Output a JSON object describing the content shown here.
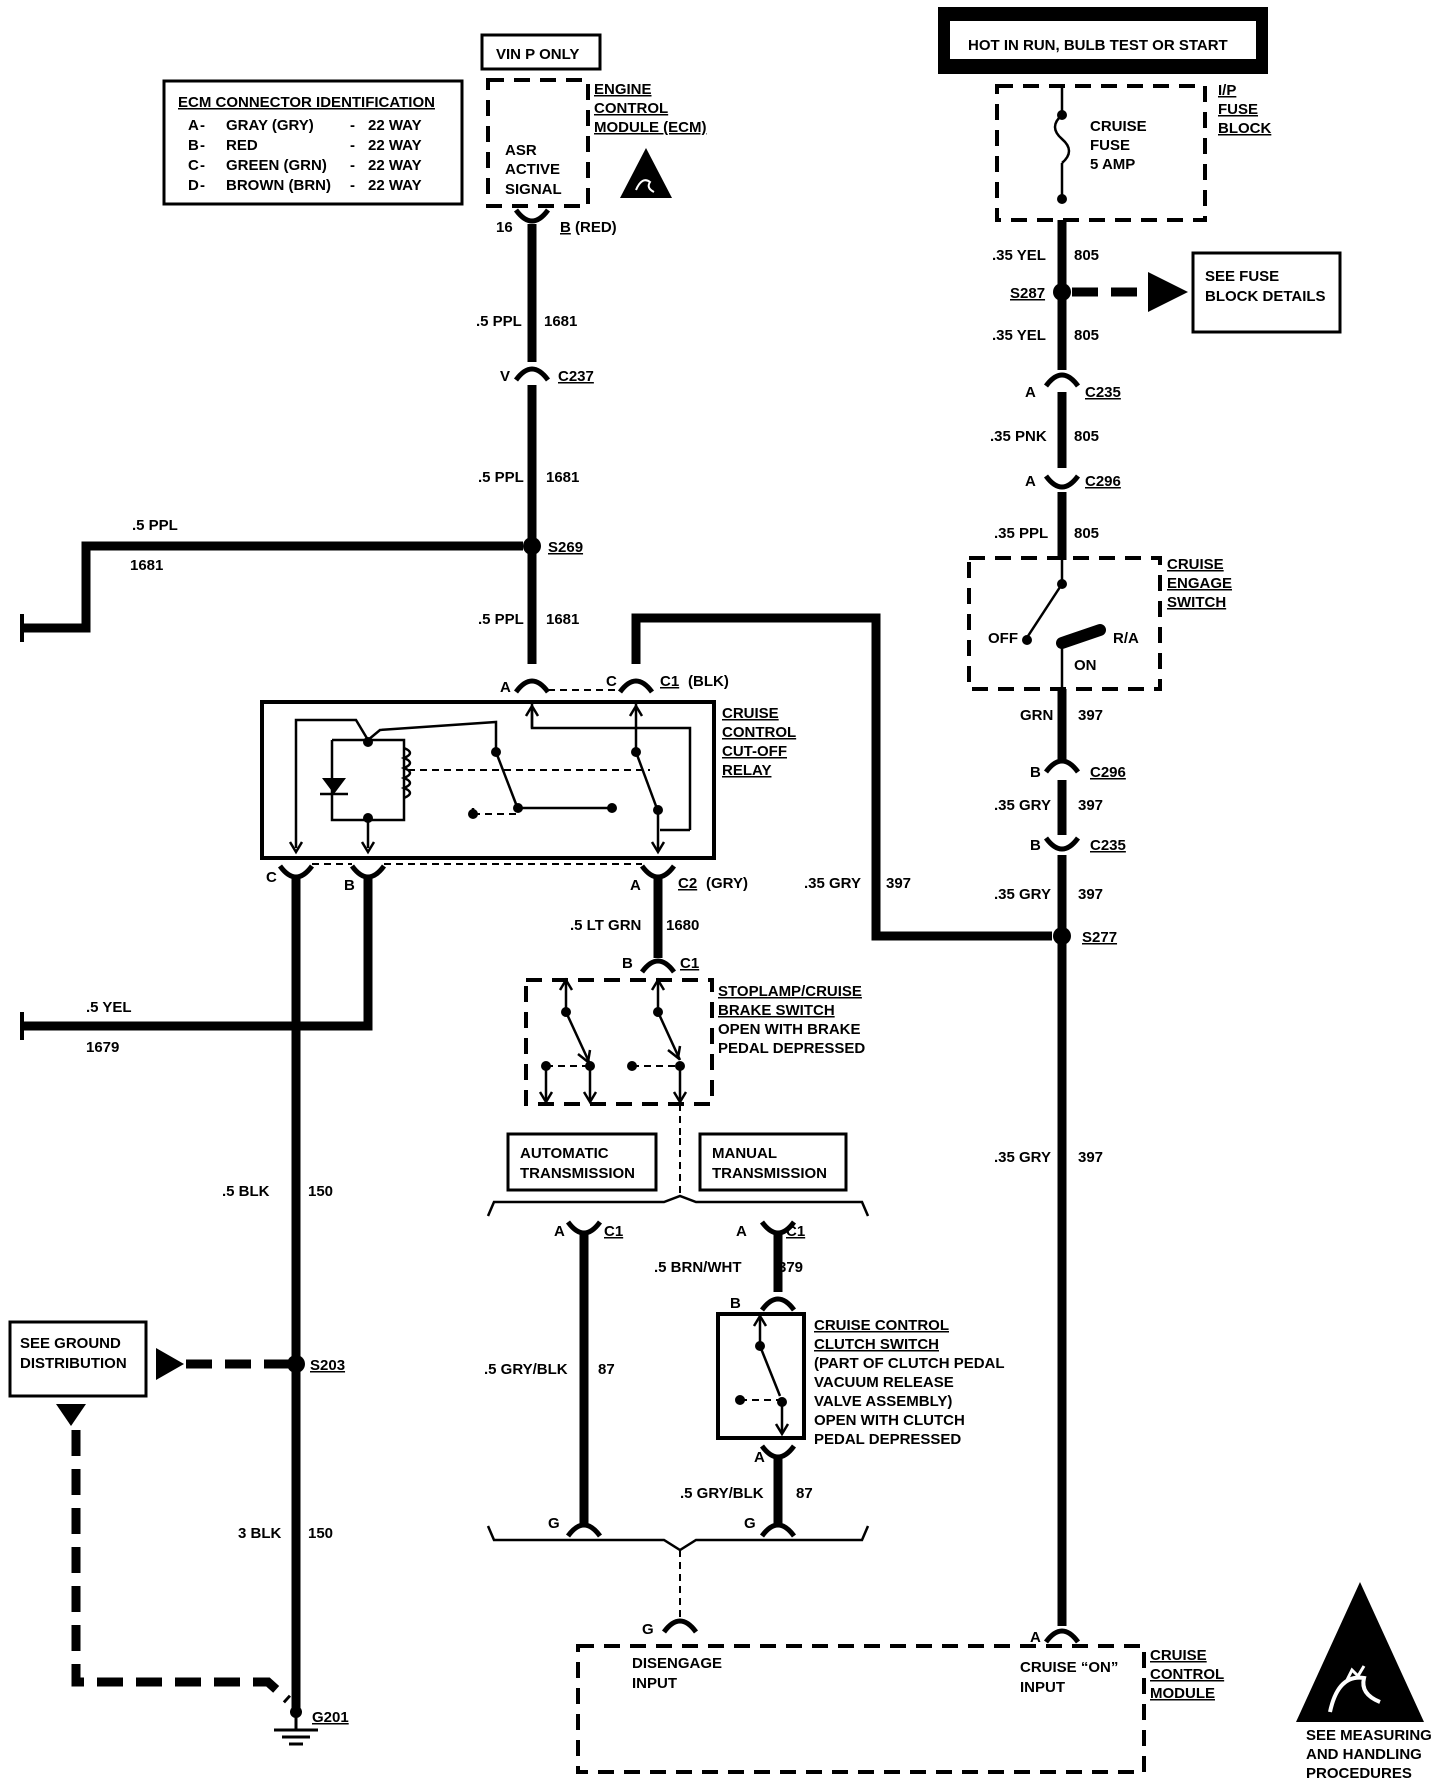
{
  "hot_box": {
    "text": "HOT IN RUN, BULB TEST OR START"
  },
  "vin_box": {
    "text": "VIN P ONLY"
  },
  "ecm_id": {
    "title": "ECM CONNECTOR IDENTIFICATION",
    "rows": [
      {
        "letter": "A",
        "color": "GRAY (GRY)",
        "way": "22 WAY"
      },
      {
        "letter": "B",
        "color": "RED",
        "way": "22 WAY"
      },
      {
        "letter": "C",
        "color": "GREEN (GRN)",
        "way": "22 WAY"
      },
      {
        "letter": "D",
        "color": "BROWN (BRN)",
        "way": "22 WAY"
      }
    ]
  },
  "ecm": {
    "name": [
      "ENGINE",
      "CONTROL",
      "MODULE (ECM)"
    ],
    "signal": [
      "ASR",
      "ACTIVE",
      "SIGNAL"
    ],
    "pin": "16",
    "conn": "B",
    "conn_color": "(RED)"
  },
  "fuse_block": {
    "name": [
      "I/P",
      "FUSE",
      "BLOCK"
    ],
    "fuse": [
      "CRUISE",
      "FUSE",
      "5 AMP"
    ]
  },
  "see_fuse": {
    "lines": [
      "SEE FUSE",
      "BLOCK DETAILS"
    ]
  },
  "see_ground": {
    "lines": [
      "SEE GROUND",
      "DISTRIBUTION"
    ]
  },
  "engage_switch": {
    "name": [
      "CRUISE",
      "ENGAGE",
      "SWITCH"
    ],
    "off": "OFF",
    "ra": "R/A",
    "on": "ON"
  },
  "relay": {
    "name": [
      "CRUISE",
      "CONTROL",
      "CUT-OFF",
      "RELAY"
    ]
  },
  "brake_switch": {
    "name": [
      "STOPLAMP/CRUISE",
      "BRAKE SWITCH"
    ],
    "note": [
      "OPEN WITH BRAKE",
      "PEDAL DEPRESSED"
    ]
  },
  "auto_trans": {
    "lines": [
      "AUTOMATIC",
      "TRANSMISSION"
    ]
  },
  "manual_trans": {
    "lines": [
      "MANUAL",
      "TRANSMISSION"
    ]
  },
  "clutch_switch": {
    "name": [
      "CRUISE CONTROL",
      "CLUTCH SWITCH"
    ],
    "note": [
      "(PART OF CLUTCH PEDAL",
      "VACUUM RELEASE",
      "VALVE ASSEMBLY)",
      "OPEN WITH CLUTCH",
      "PEDAL DEPRESSED"
    ]
  },
  "ccm": {
    "name": [
      "CRUISE",
      "CONTROL",
      "MODULE"
    ],
    "disengage": [
      "DISENGAGE",
      "INPUT"
    ],
    "on_input": [
      "CRUISE “ON”",
      "INPUT"
    ],
    "pin_g": "G",
    "pin_a": "A"
  },
  "esd_note": {
    "lines": [
      "SEE MEASURING",
      "AND HANDLING",
      "PROCEDURES"
    ]
  },
  "wires": {
    "w_ecm_s269": {
      "gauge": ".5 PPL",
      "circuit": "1681"
    },
    "w_c237_s269": {
      "gauge": ".5 PPL",
      "circuit": "1681"
    },
    "w_s269_relay": {
      "gauge": ".5 PPL",
      "circuit": "1681"
    },
    "w_left_ppl": {
      "gauge": ".5 PPL",
      "circuit": "1681"
    },
    "w_fuse_s287": {
      "gauge": ".35 YEL",
      "circuit": "805"
    },
    "w_s287_c235": {
      "gauge": ".35 YEL",
      "circuit": "805"
    },
    "w_c235_c296": {
      "gauge": ".35 PNK",
      "circuit": "805"
    },
    "w_c296_switch": {
      "gauge": ".35 PPL",
      "circuit": "805"
    },
    "w_switch_c296": {
      "gauge": "GRN",
      "circuit": "397"
    },
    "w_c296_c235b": {
      "gauge": ".35 GRY",
      "circuit": "397"
    },
    "w_c235_s277": {
      "gauge": ".35 GRY",
      "circuit": "397"
    },
    "w_relay_c_s277": {
      "gauge": ".35 GRY",
      "circuit": "397"
    },
    "w_s277_ccm": {
      "gauge": ".35 GRY",
      "circuit": "397"
    },
    "w_relay_brake": {
      "gauge": ".5 LT GRN",
      "circuit": "1680"
    },
    "w_left_yel": {
      "gauge": ".5 YEL",
      "circuit": "1679"
    },
    "w_relay_s203": {
      "gauge": ".5 BLK",
      "circuit": "150"
    },
    "w_s203_g201": {
      "gauge": "3 BLK",
      "circuit": "150"
    },
    "w_auto": {
      "gauge": ".5 GRY/BLK",
      "circuit": "87"
    },
    "w_manual_clutch": {
      "gauge": ".5 BRN/WHT",
      "circuit": "379"
    },
    "w_clutch_g": {
      "gauge": ".5 GRY/BLK",
      "circuit": "87"
    }
  },
  "connectors": {
    "c237": "C237",
    "c235": "C235",
    "c296": "C296",
    "c1_blk": "C1",
    "c1_blk_color": "(BLK)",
    "c2_gry": "C2",
    "c2_gry_color": "(GRY)",
    "c1": "C1",
    "pin_v": "V",
    "pin_a": "A",
    "pin_b": "B",
    "pin_c": "C",
    "pin_g": "G"
  },
  "splices": {
    "s269": "S269",
    "s287": "S287",
    "s277": "S277",
    "s203": "S203"
  },
  "grounds": {
    "g201": "G201"
  }
}
